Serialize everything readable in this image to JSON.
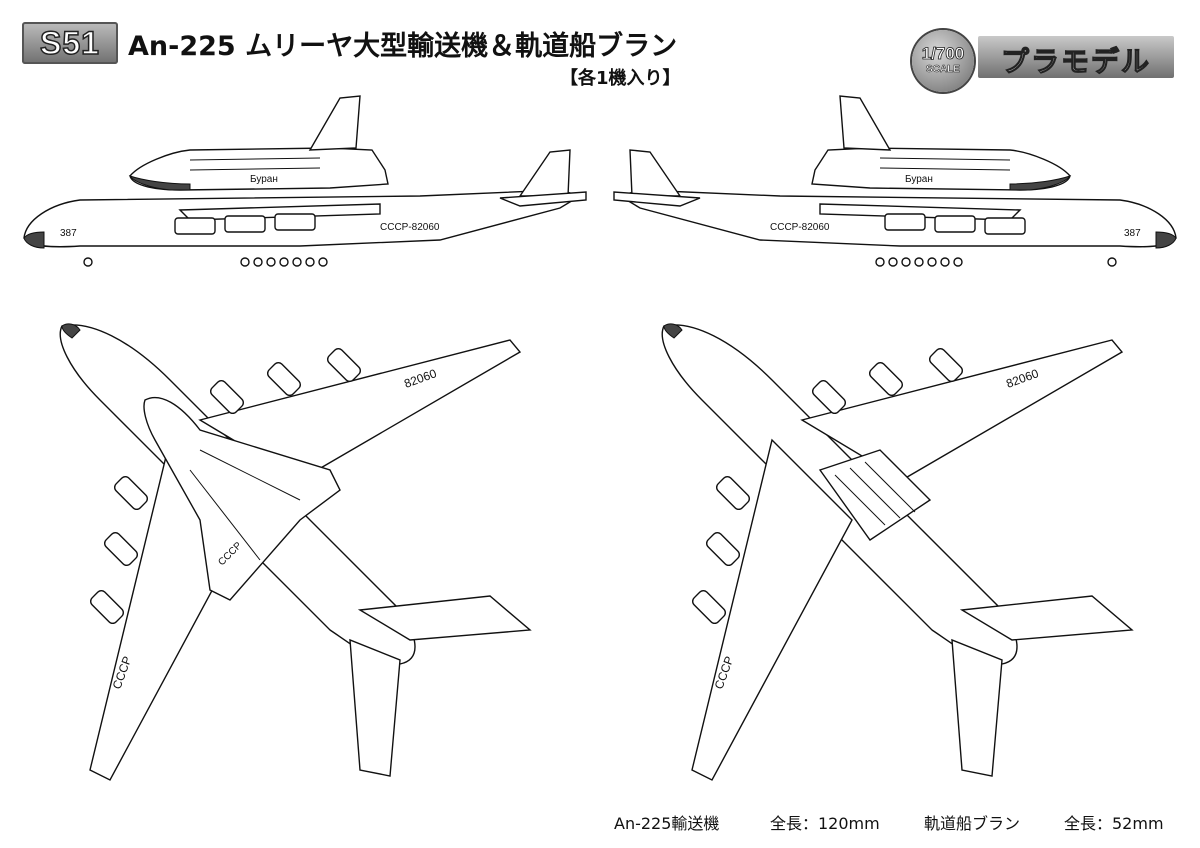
{
  "header": {
    "badge": "S51",
    "title": "An-225 ムリーヤ大型輸送機＆軌道船ブラン",
    "subtitle": "【各1機入り】",
    "scale": "1/700",
    "scale_word": "SCALE",
    "product_type": "プラモデル"
  },
  "markings": {
    "registration": "СССР-82060",
    "tail_number": "82060",
    "country": "СССР",
    "nose_code": "387",
    "buran_name": "Буран"
  },
  "captions": {
    "an225_name": "An-225輸送機",
    "an225_length_label": "全長：120mm",
    "buran_name": "軌道船ブラン",
    "buran_length_label": "全長：52mm"
  },
  "colors": {
    "line": "#111111",
    "badge_gray": "#8a8a8a",
    "background": "#ffffff"
  }
}
